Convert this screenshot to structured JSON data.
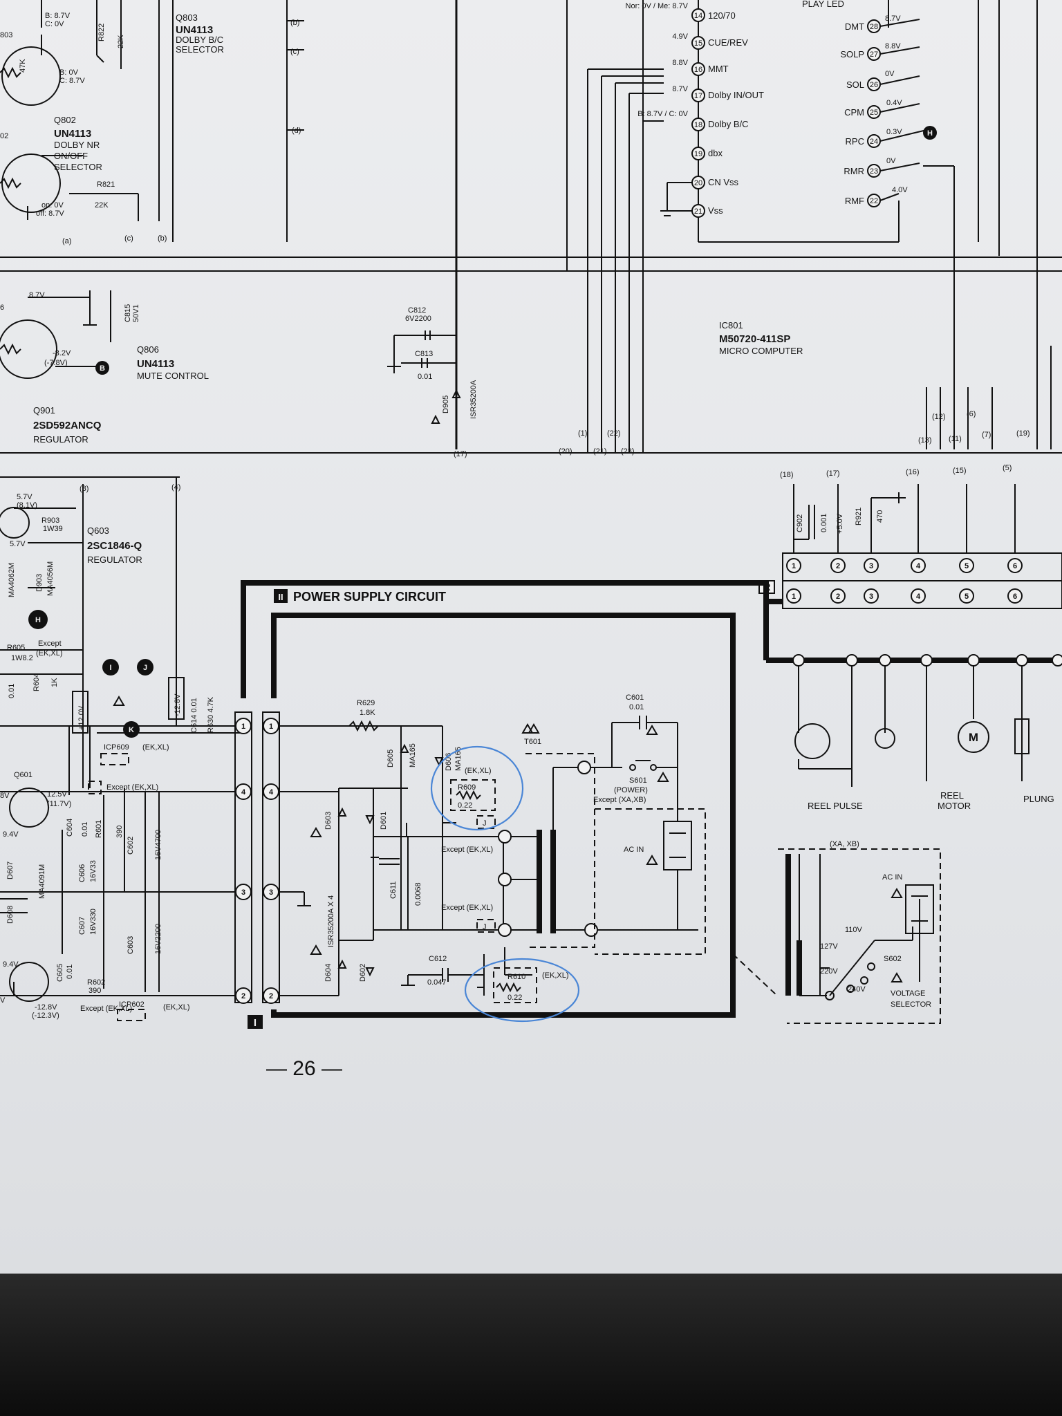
{
  "page": {
    "number": "— 26 —"
  },
  "sections": {
    "power_title": "POWER SUPPLY CIRCUIT",
    "roman_II": "II",
    "roman_I": "I",
    "board_R": "R"
  },
  "ic801": {
    "ref": "IC801",
    "part": "M50720-411SP",
    "desc": "MICRO COMPUTER",
    "left_pins": [
      {
        "n": "14",
        "v": "Nor: 0V / Me: 8.7V",
        "label": "120/70"
      },
      {
        "n": "15",
        "v": "4.9V",
        "label": "CUE/REV"
      },
      {
        "n": "16",
        "v": "8.8V",
        "label": "MMT"
      },
      {
        "n": "17",
        "v": "8.7V",
        "label": "Dolby IN/OUT"
      },
      {
        "n": "18",
        "v": "B: 8.7V / C: 0V",
        "label": "Dolby B/C"
      },
      {
        "n": "19",
        "v": "",
        "label": "dbx"
      },
      {
        "n": "20",
        "v": "",
        "label": "CN Vss"
      },
      {
        "n": "21",
        "v": "",
        "label": "Vss"
      }
    ],
    "right_pins": [
      {
        "n": "28",
        "label": "DMT",
        "v": "8.7V"
      },
      {
        "n": "27",
        "label": "SOLP",
        "v": "8.8V"
      },
      {
        "n": "26",
        "label": "SOL",
        "v": "0V"
      },
      {
        "n": "25",
        "label": "CPM",
        "v": "0.4V"
      },
      {
        "n": "24",
        "label": "RPC",
        "v": "0.3V"
      },
      {
        "n": "23",
        "label": "RMR",
        "v": "0V"
      },
      {
        "n": "22",
        "label": "RMF",
        "v": "4.0V"
      }
    ],
    "play_led": "PLAY LED"
  },
  "transistors": {
    "q803": {
      "ref": "Q803",
      "part": "UN4113",
      "desc1": "DOLBY B/C",
      "desc2": "SELECTOR"
    },
    "q802": {
      "ref": "Q802",
      "part": "UN4113",
      "desc1": "DOLBY NR",
      "desc2": "ON/OFF",
      "desc3": "SELECTOR"
    },
    "q806": {
      "ref": "Q806",
      "part": "UN4113",
      "desc": "MUTE CONTROL"
    },
    "q901": {
      "ref": "Q901",
      "part": "2SD592ANCQ",
      "desc": "REGULATOR"
    },
    "q603": {
      "ref": "Q603",
      "part": "2SC1846-Q",
      "desc": "REGULATOR"
    },
    "q601": {
      "ref": "Q601"
    }
  },
  "labels_top_left": {
    "v1": "B: 8.7V",
    "v2": "C: 0V",
    "v3": "B: 0V",
    "v4": "C: 8.7V",
    "r822": "R822",
    "r822v": "22K",
    "r821": "R821",
    "r821v": "22K",
    "res47k": "47K",
    "on_off1": "on: 0V",
    "on_off2": "off: 8.7V",
    "a": "(a)",
    "b": "(b)",
    "c": "(c)",
    "d": "(d)",
    "803": "803",
    "02": "02",
    "6": "6",
    "q806_v": "8.7V",
    "q806_v2": "-8.2V",
    "q806_v3": "(-7.8V)",
    "c815": "C815",
    "c815v": "50V1"
  },
  "center": {
    "c812": "C812",
    "c812v": "6V2200",
    "c813": "C813",
    "c813v": "0.01",
    "d905": "D905",
    "d905v": "ISR35200A",
    "n17": "(17)",
    "n1": "(1)",
    "n22": "(22)",
    "n20": "(20)",
    "n21": "(21)",
    "n23": "(23)"
  },
  "right_bus": {
    "n12": "(12)",
    "n6": "(6)",
    "n13": "(13)",
    "n11": "(11)",
    "n7": "(7)",
    "n19": "(19)",
    "n18": "(18)",
    "n17": "(17)",
    "n16": "(16)",
    "n15": "(15)",
    "n5": "(5)",
    "c902": "C902",
    "c902v": "0.001",
    "v5": "+5.0V",
    "r921": "R921",
    "r921v": "470",
    "reel_pulse": "REEL  PULSE",
    "reel_motor1": "REEL",
    "reel_motor2": "MOTOR",
    "plunger": "PLUNG",
    "motor_m": "M"
  },
  "left_regulator": {
    "v57": "5.7V",
    "v58": "(8.1V)",
    "r903": "R903",
    "r903v": "1W39",
    "d903": "D903",
    "d903v": "MA4056M",
    "ma4062": "MA4062M",
    "v57b": "5.7V",
    "n8": "(8)",
    "n4": "(4)",
    "except": "Except",
    "r605": "R605",
    "r605v": "1W8.2",
    "ekxl": "(EK,XL)",
    "r604": "R604",
    "r604v": "1K",
    "c_001": "0.01",
    "p12v": "+12.0V",
    "m128v": "-12.8V",
    "c614": "C614 0.01",
    "r630": "R630 4.7K",
    "icp609": "ICP609",
    "icp_ek": "(EK,XL)",
    "except_ek": "Except (EK,XL)",
    "v125": "12.5V",
    "v117": "(11.7V)",
    "c604": "C604",
    "c604v": "0.01",
    "r601": "R601",
    "r601v": "390",
    "c602": "C602",
    "c602v": "16V4700",
    "c606": "C606",
    "c606v": "16V33",
    "c607": "C607",
    "c607v": "16V330",
    "c603": "C603",
    "c603v": "16V2200",
    "c605": "C605",
    "c605v": "0.01",
    "r602": "R602",
    "r602v": "390",
    "m128": "-12.8V",
    "m123": "(-12.3V)",
    "icp602": "ICP602",
    "icp602e": "(EK,XL)",
    "except2": "Except (EK,XL)",
    "d607": "D607",
    "d608": "D608",
    "ma4091m": "MA4091M",
    "v94": "9.4V",
    "v94b": "9.4V",
    "v8": "8V",
    "v": "V"
  },
  "power": {
    "r629": "R629",
    "r629v": "1.8K",
    "d605": "D605",
    "ma165": "MA165",
    "d606": "D606",
    "d606v": "MA165",
    "r609": "R609",
    "r609v": "0.22",
    "r609e": "(EK,XL)",
    "except_ek": "Except (EK,XL)",
    "except_ek2": "Except (EK,XL)",
    "j": "J",
    "t601": "T601",
    "c601": "C601",
    "c601v": "0.01",
    "s601": "S601",
    "s601p": "(POWER)",
    "s601e": "Except (XA,XB)",
    "ac_in": "AC IN",
    "d603": "D603",
    "d601": "D601",
    "d604": "D604",
    "d602": "D602",
    "isr": "ISR35200A X 4",
    "c611": "C611",
    "c611v": "0.0068",
    "c612": "C612",
    "c612v": "0.047",
    "r610": "R610",
    "r610v": "0.22",
    "r610e": "(EK,XL)"
  },
  "voltage_selector": {
    "xa": "(XA, XB)",
    "ac_in": "AC IN",
    "v110": "110V",
    "v127": "127V",
    "v220": "220V",
    "v240": "240V",
    "s602": "S602",
    "title1": "VOLTAGE",
    "title2": "SELECTOR"
  },
  "connector_pins": [
    "1",
    "2",
    "3",
    "4",
    "5",
    "6"
  ],
  "connector_left_pins": [
    "1",
    "4",
    "3",
    "2"
  ]
}
